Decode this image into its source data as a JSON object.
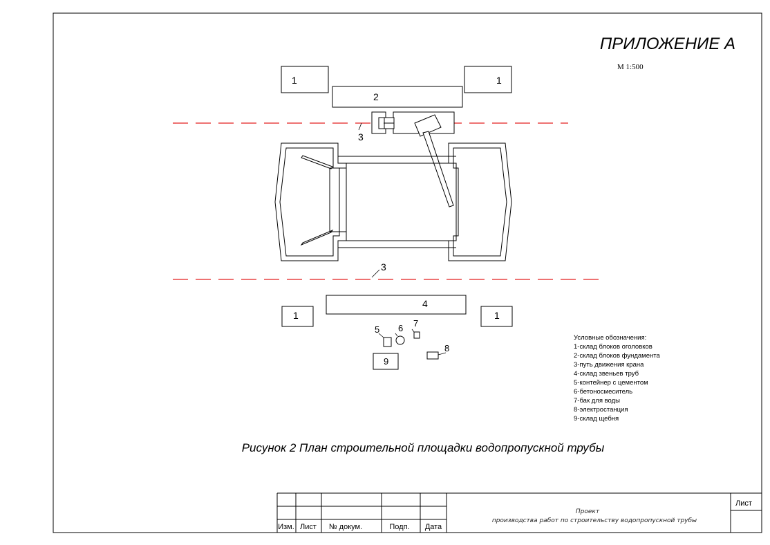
{
  "appendix_title": "ПРИЛОЖЕНИЕ А",
  "scale": "М 1:500",
  "caption": "Рисунок 2 План строительной площадки водопропускной трубы",
  "callouts": {
    "storage_tl": "1",
    "storage_tr": "1",
    "storage_bl": "1",
    "storage_br": "1",
    "foundation_storage": "2",
    "crane_path_top": "3",
    "crane_path_bottom": "3",
    "pipe_storage": "4",
    "cement_container": "5",
    "concrete_mixer": "6",
    "water_tank": "7",
    "power_station": "8",
    "gravel_storage": "9"
  },
  "legend": {
    "title": "Условные обозначения:",
    "items": [
      "1-склад блоков оголовков",
      "2-склад блоков фундамента",
      "3-путь движения крана",
      "4-склад звеньев труб",
      "5-контейнер с цементом",
      "6-бетоносмеситель",
      "7-бак для воды",
      "8-электростанция",
      "9-склад щебня"
    ]
  },
  "title_block": {
    "columns": [
      "Изм.",
      "Лист",
      "№ докум.",
      "Подп.",
      "Дата"
    ],
    "project_line1": "Проект",
    "project_line2": "производства работ по строительству водопропускной трубы",
    "sheet_label": "Лист"
  },
  "colors": {
    "crane_path": "#e31d1d",
    "lines": "#000000"
  }
}
